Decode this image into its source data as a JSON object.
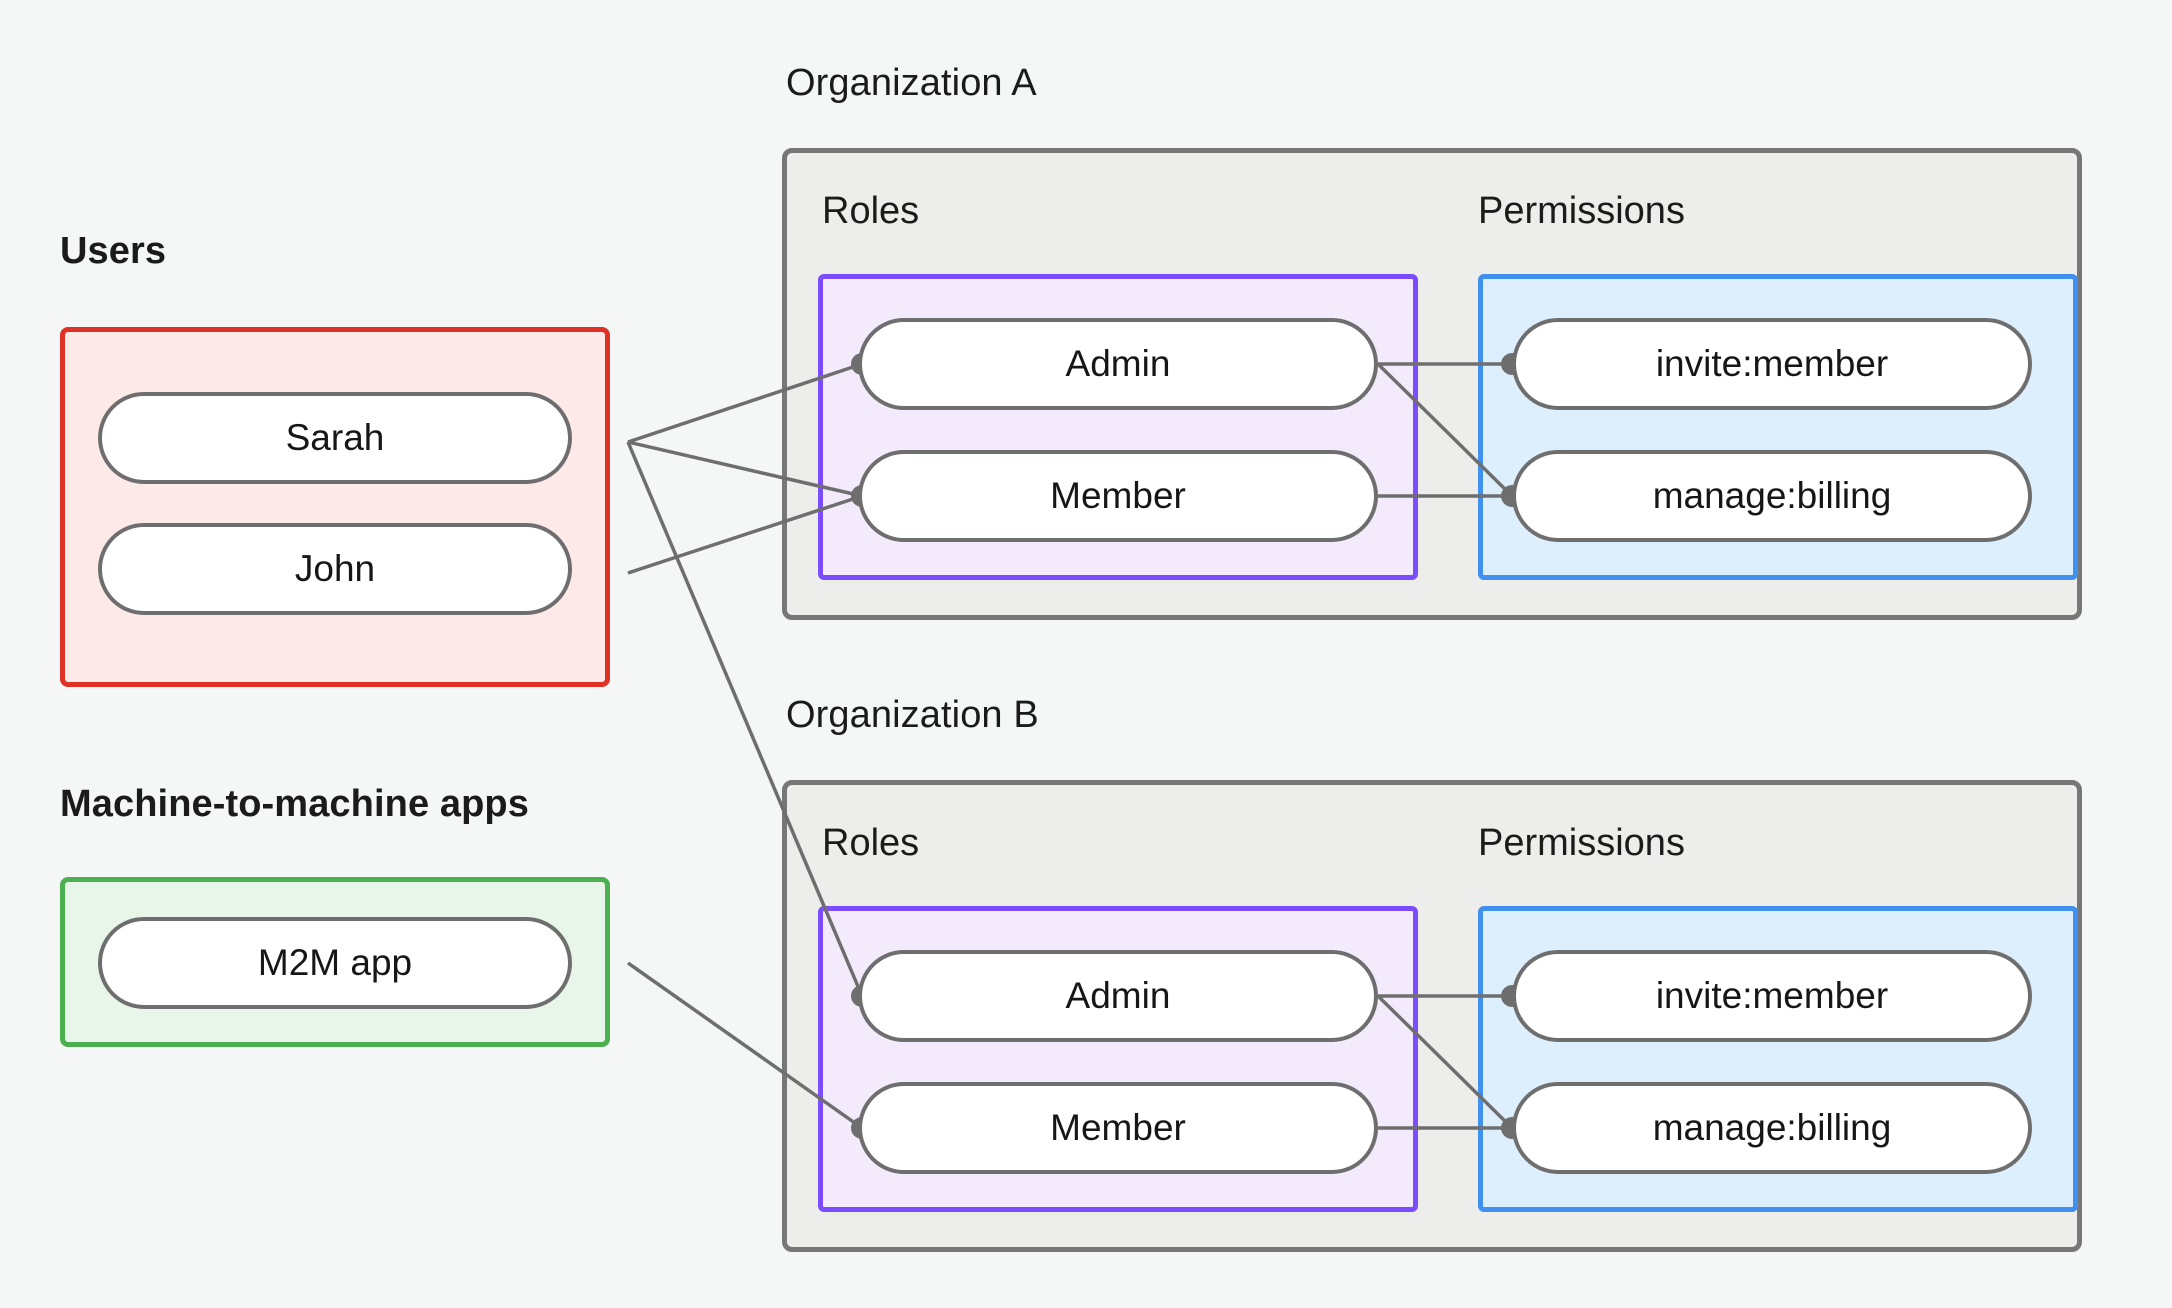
{
  "diagram": {
    "title_users": "Users",
    "title_m2m": "Machine-to-machine apps",
    "title_org_a": "Organization A",
    "title_org_b": "Organization B",
    "label_roles": "Roles",
    "label_permissions": "Permissions"
  },
  "users": {
    "caption": "Users",
    "items": [
      {
        "label": "Sarah"
      },
      {
        "label": "John"
      }
    ]
  },
  "m2m": {
    "caption": "Machine-to-machine apps",
    "items": [
      {
        "label": "M2M app"
      }
    ]
  },
  "org_a": {
    "caption": "Organization A",
    "roles_label": "Roles",
    "permissions_label": "Permissions",
    "roles": [
      {
        "label": "Admin"
      },
      {
        "label": "Member"
      }
    ],
    "permissions": [
      {
        "label": "invite:member"
      },
      {
        "label": "manage:billing"
      }
    ]
  },
  "org_b": {
    "caption": "Organization B",
    "roles_label": "Roles",
    "permissions_label": "Permissions",
    "roles": [
      {
        "label": "Admin"
      },
      {
        "label": "Member"
      }
    ],
    "permissions": [
      {
        "label": "invite:member"
      },
      {
        "label": "manage:billing"
      }
    ]
  },
  "colors": {
    "background": "#f5f7f6",
    "users_border": "#e03127",
    "users_fill": "#fdeae8",
    "m2m_border": "#4caf50",
    "m2m_fill": "#e8f6e9",
    "org_border": "#777777",
    "org_fill": "#ededec",
    "roles_border": "#7c4dff",
    "roles_fill": "#f3ebfc",
    "permissions_border": "#4090f0",
    "permissions_fill": "#ddeefc",
    "node_border": "#6e6e6e",
    "node_fill": "#ffffff",
    "edge": "#6e6e6e"
  },
  "edges": [
    {
      "from": "Sarah",
      "to": "Organization A / Admin"
    },
    {
      "from": "Sarah",
      "to": "Organization A / Member"
    },
    {
      "from": "Sarah",
      "to": "Organization B / Admin"
    },
    {
      "from": "John",
      "to": "Organization A / Member"
    },
    {
      "from": "M2M app",
      "to": "Organization B / Member"
    },
    {
      "from": "Organization A / Admin",
      "to": "Organization A / invite:member"
    },
    {
      "from": "Organization A / Admin",
      "to": "Organization A / manage:billing"
    },
    {
      "from": "Organization A / Member",
      "to": "Organization A / manage:billing"
    },
    {
      "from": "Organization B / Admin",
      "to": "Organization B / invite:member"
    },
    {
      "from": "Organization B / Admin",
      "to": "Organization B / manage:billing"
    },
    {
      "from": "Organization B / Member",
      "to": "Organization B / manage:billing"
    }
  ]
}
